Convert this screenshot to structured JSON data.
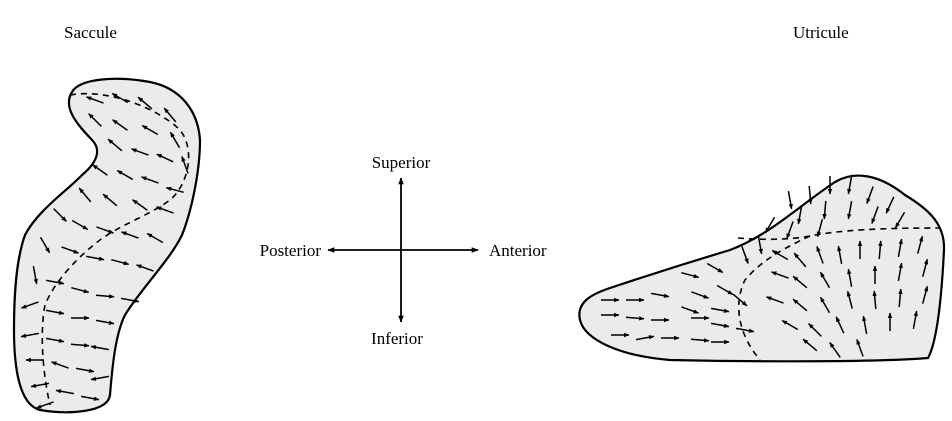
{
  "organs": {
    "saccule": {
      "title": "Saccule"
    },
    "utricule": {
      "title": "Utricule"
    }
  },
  "compass": {
    "superior": "Superior",
    "inferior": "Inferior",
    "anterior": "Anterior",
    "posterior": "Posterior"
  },
  "colors": {
    "organ_fill": "#ebebeb",
    "outline": "#000000"
  }
}
